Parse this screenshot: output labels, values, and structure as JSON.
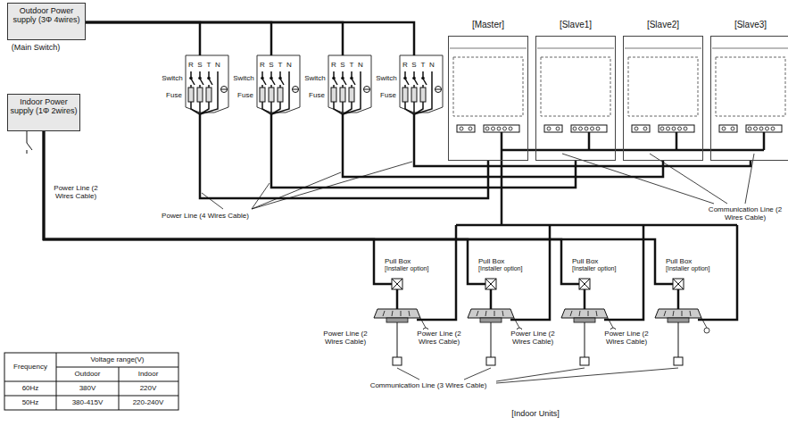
{
  "diagram": {
    "nodes": [
      {
        "text": [
          "Outdoor Power supply (3Φ 4wires)"
        ]
      },
      {
        "text": [
          "Indoor Power supply (1Φ 2wires)"
        ]
      },
      {
        "text": [
          "[Master]"
        ]
      },
      {
        "text": [
          "[Slave1]"
        ]
      },
      {
        "text": [
          "[Slave2]"
        ]
      },
      {
        "text": [
          "[Slave3]"
        ]
      },
      {
        "text": [
          "Pull Box",
          "[Installer option]"
        ]
      },
      {
        "text": [
          "Pull Box",
          "[Installer option]"
        ]
      },
      {
        "text": [
          "Pull Box",
          "[Installer option]"
        ]
      },
      {
        "text": [
          "Pull Box",
          "[Installer option]"
        ]
      }
    ],
    "edges": [
      {
        "from": 0,
        "to": 2,
        "arrow": "none"
      },
      {
        "from": 0,
        "to": 3,
        "arrow": "none"
      },
      {
        "from": 0,
        "to": 4,
        "arrow": "none"
      },
      {
        "from": 0,
        "to": 5,
        "arrow": "none"
      },
      {
        "from": 1,
        "to": 6,
        "arrow": "none"
      },
      {
        "from": 1,
        "to": 7,
        "arrow": "none"
      },
      {
        "from": 1,
        "to": 8,
        "arrow": "none"
      },
      {
        "from": 1,
        "to": 9,
        "arrow": "none"
      }
    ],
    "labels": [
      "(Main Switch)",
      "R",
      "S",
      "T",
      "N",
      "Switch",
      "Fuse",
      "R",
      "S",
      "T",
      "N",
      "Switch",
      "Fuse",
      "R",
      "S",
      "T",
      "N",
      "Switch",
      "Fuse",
      "R",
      "S",
      "T",
      "N",
      "Switch",
      "Fuse",
      "Power Line (2 Wires Cable)",
      "Power Line (4 Wires Cable)",
      "Communication Line (2 Wires Cable)",
      "Power Line (2 Wires Cable)",
      "Power Line (2 Wires Cable)",
      "Power Line (2 Wires Cable)",
      "Power Line (2 Wires Cable)",
      "Communication Line (3 Wires Cable)",
      "[Indoor Units]",
      "Frequency",
      "Voltage range(V)",
      "Outdoor",
      "Indoor",
      "60Hz",
      "380V",
      "220V",
      "50Hz",
      "380-415V",
      "220-240V"
    ]
  }
}
